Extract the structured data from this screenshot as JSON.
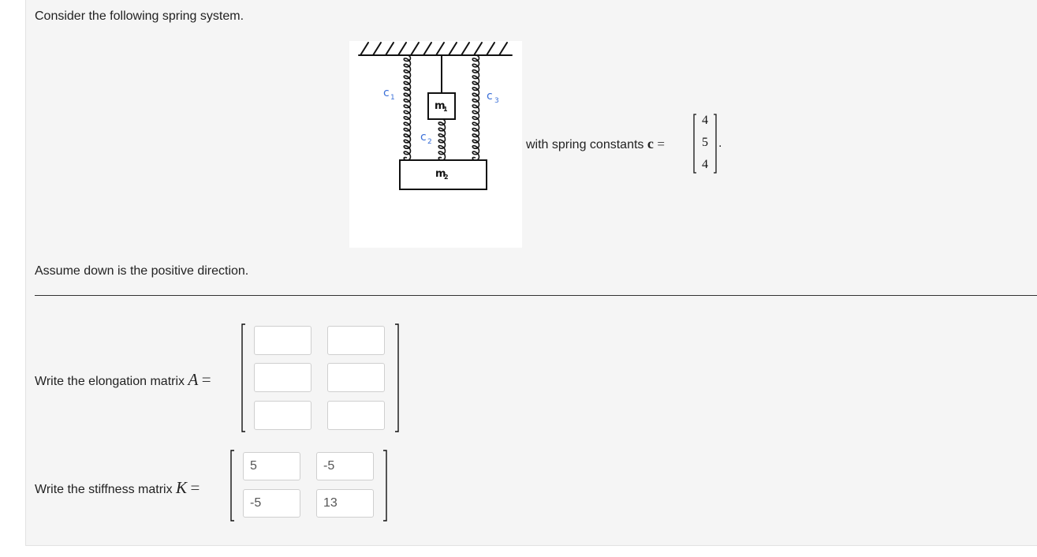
{
  "prompt": {
    "intro": "Consider the following spring system.",
    "constants_prefix": "with spring constants",
    "constants_symbol": "c",
    "equals": "=",
    "period": ".",
    "constants_values": [
      "4",
      "5",
      "4"
    ],
    "assumption": "Assume down is the positive direction."
  },
  "figure": {
    "labels": {
      "c1": "c",
      "c1_sub": "1",
      "c2": "c",
      "c2_sub": "2",
      "c3": "c",
      "c3_sub": "3",
      "m1": "m",
      "m1_sub": "1",
      "m2": "m",
      "m2_sub": "2"
    }
  },
  "elongation": {
    "label": "Write the elongation matrix",
    "symbol": "A",
    "equals": "=",
    "cells": [
      "",
      "",
      "",
      "",
      "",
      ""
    ]
  },
  "stiffness": {
    "label": "Write the stiffness matrix",
    "symbol": "K",
    "equals": "=",
    "cells": [
      "5",
      "-5",
      "-5",
      "13"
    ]
  },
  "colors": {
    "panel_bg": "#f5f5f5",
    "spring_label_blue": "#3a6fd8",
    "ink": "#111111"
  }
}
